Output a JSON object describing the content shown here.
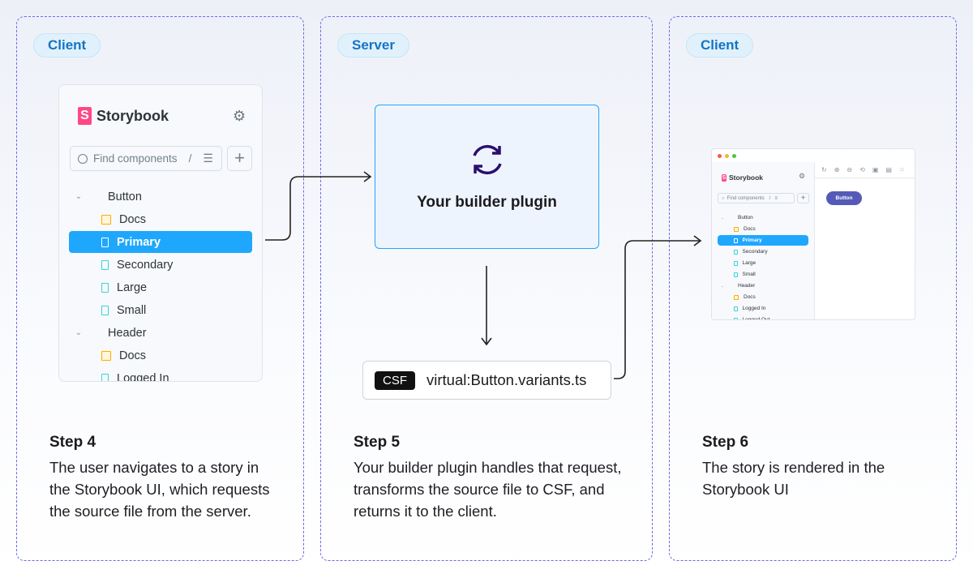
{
  "panels": [
    {
      "badge": "Client",
      "step": "Step 4",
      "text": "The user navigates to a story in the Storybook UI, which requests the source file from the server."
    },
    {
      "badge": "Server",
      "step": "Step 5",
      "text": "Your builder plugin handles that request, transforms the source file to CSF, and returns it to the client."
    },
    {
      "badge": "Client",
      "step": "Step 6",
      "text": "The story is rendered in the Storybook UI"
    }
  ],
  "storybook": {
    "brand": "Storybook",
    "logo_letter": "S",
    "search_placeholder": "Find components",
    "search_shortcut": "/",
    "tree": [
      {
        "label": "Button",
        "type": "component"
      },
      {
        "label": "Docs",
        "type": "doc"
      },
      {
        "label": "Primary",
        "type": "story",
        "selected": true
      },
      {
        "label": "Secondary",
        "type": "story"
      },
      {
        "label": "Large",
        "type": "story"
      },
      {
        "label": "Small",
        "type": "story"
      },
      {
        "label": "Header",
        "type": "component"
      },
      {
        "label": "Docs",
        "type": "doc"
      },
      {
        "label": "Logged In",
        "type": "story"
      },
      {
        "label": "Logged Out",
        "type": "story"
      }
    ]
  },
  "builder": {
    "title": "Your builder plugin",
    "icon": "refresh-icon"
  },
  "csf": {
    "tag": "CSF",
    "filename": "virtual:Button.variants.ts"
  },
  "preview": {
    "button_label": "Button",
    "button_color": "#555ab9"
  },
  "colors": {
    "accent": "#1ea7fd",
    "border": "#6b6bea",
    "builder_icon": "#2a0f6e",
    "storybook_pink": "#ff4785"
  }
}
